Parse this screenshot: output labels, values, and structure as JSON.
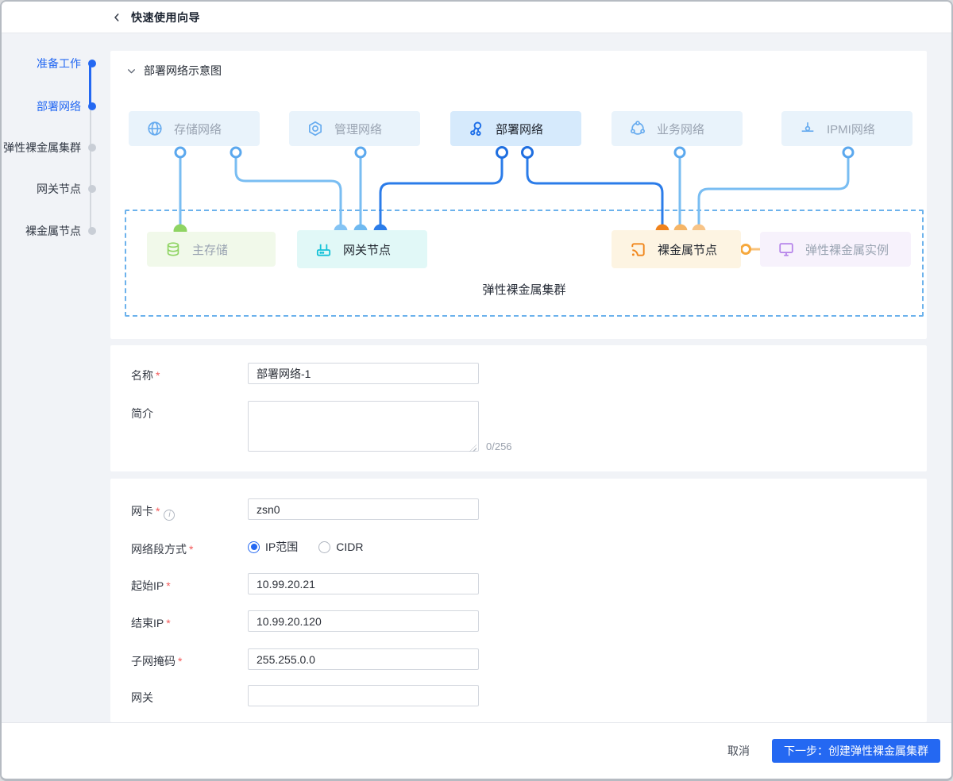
{
  "header": {
    "title": "快速使用向导"
  },
  "sidebar": {
    "steps": [
      {
        "label": "准备工作",
        "state": "done"
      },
      {
        "label": "部署网络",
        "state": "active"
      },
      {
        "label": "弹性裸金属集群",
        "state": "pending"
      },
      {
        "label": "网关节点",
        "state": "pending"
      },
      {
        "label": "裸金属节点",
        "state": "pending"
      }
    ]
  },
  "diagram": {
    "section_title": "部署网络示意图",
    "cluster_label": "弹性裸金属集群",
    "networks": [
      {
        "label": "存储网络",
        "icon": "globe-icon",
        "active": false
      },
      {
        "label": "管理网络",
        "icon": "nut-gear-icon",
        "active": false
      },
      {
        "label": "部署网络",
        "icon": "share-nodes-icon",
        "active": true
      },
      {
        "label": "业务网络",
        "icon": "ring-nodes-icon",
        "active": false
      },
      {
        "label": "IPMI网络",
        "icon": "terminal-node-icon",
        "active": false
      }
    ],
    "cluster_nodes": [
      {
        "label": "主存储",
        "icon": "database-icon"
      },
      {
        "label": "网关节点",
        "icon": "router-icon"
      },
      {
        "label": "裸金属节点",
        "icon": "cast-icon"
      },
      {
        "label": "弹性裸金属实例",
        "icon": "monitor-icon"
      }
    ]
  },
  "form_basic": {
    "name_label": "名称",
    "name_value": "部署网络-1",
    "desc_label": "简介",
    "desc_value": "",
    "desc_counter": "0/256"
  },
  "form_network": {
    "nic_label": "网卡",
    "nic_value": "zsn0",
    "mode_label": "网络段方式",
    "mode_options": [
      {
        "label": "IP范围",
        "selected": true
      },
      {
        "label": "CIDR",
        "selected": false
      }
    ],
    "start_label": "起始IP",
    "start_value": "10.99.20.21",
    "end_label": "结束IP",
    "end_value": "10.99.20.120",
    "mask_label": "子网掩码",
    "mask_value": "255.255.0.0",
    "gateway_label": "网关",
    "gateway_value": ""
  },
  "footer": {
    "cancel_label": "取消",
    "next_label": "下一步：创建弹性裸金属集群"
  },
  "ui": {
    "required_mark": "*",
    "info_glyph": "i"
  },
  "colors": {
    "accent": "#2468f2",
    "dark_link": "#2b7ce9",
    "light_link": "#79bdf2",
    "green": "#8fd463",
    "cyan": "#15c2d8",
    "orange": "#f0861c",
    "orange_light": "#f6b96b",
    "purple": "#b583ea",
    "required_red": "#f35a5a"
  }
}
